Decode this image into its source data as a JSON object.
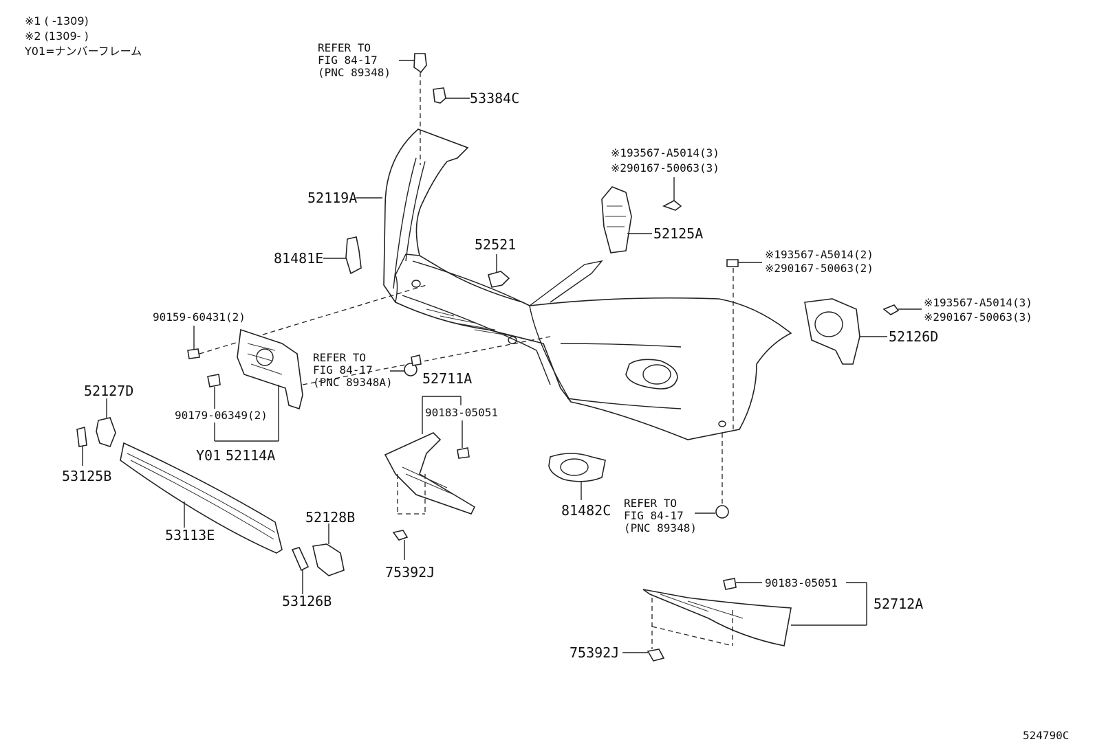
{
  "notes": {
    "n1": "※1 (     -1309)",
    "n2": "※2 (1309-      )",
    "n3": "Y01=ナンバーフレーム"
  },
  "refs": {
    "ref_top": [
      "REFER TO",
      "FIG 84-17",
      "(PNC 89348)"
    ],
    "ref_mid": [
      "REFER TO",
      "FIG 84-17",
      "(PNC 89348A)"
    ],
    "ref_right": [
      "REFER TO",
      "FIG 84-17",
      "(PNC 89348)"
    ]
  },
  "parts": {
    "p53384C": "53384C",
    "p52119A": "52119A",
    "p81481E": "81481E",
    "p52521": "52521",
    "p52125A": "52125A",
    "p52125A_n1": "※193567-A5014(3)",
    "p52125A_n2": "※290167-50063(3)",
    "p_bumper_n1": "※193567-A5014(2)",
    "p_bumper_n2": "※290167-50063(2)",
    "p52126D_n1": "※193567-A5014(3)",
    "p52126D_n2": "※290167-50063(3)",
    "p52126D": "52126D",
    "p90159": "90159-60431(2)",
    "p52711A": "52711A",
    "p90183a": "90183-05051",
    "p52127D": "52127D",
    "p90179": "90179-06349(2)",
    "pY01": "Y01",
    "p52114A": "52114A",
    "p53125B": "53125B",
    "p52128B": "52128B",
    "p53113E": "53113E",
    "p53126B": "53126B",
    "p75392J_a": "75392J",
    "p81482C": "81482C",
    "p90183b": "90183-05051",
    "p52712A": "52712A",
    "p75392J_b": "75392J"
  },
  "figure_code": "524790C"
}
